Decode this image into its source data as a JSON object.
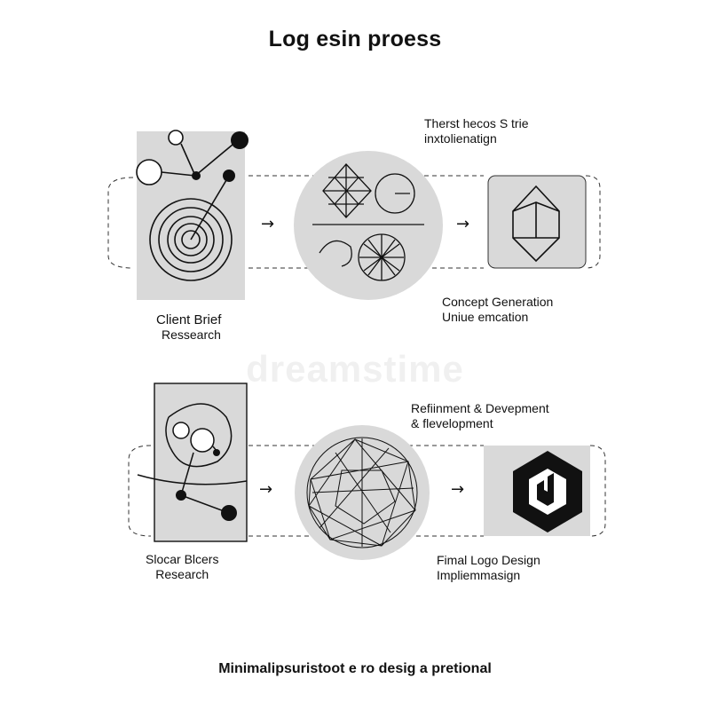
{
  "title": "Log esin proess",
  "watermark": "dreamstime",
  "rows": [
    {
      "stage1_label": [
        "Client Brief",
        "Ressearch"
      ],
      "stage3_top_label": [
        "Therst hecos S trie",
        "inxtolienatign"
      ],
      "stage3_bottom_label": [
        "Concept Generation",
        "Uniue emcation"
      ]
    },
    {
      "stage1_label": [
        "Slocar Blcers",
        "Research"
      ],
      "stage3_top_label": [
        "Refiinment & Devepment",
        "& flevelopment"
      ],
      "stage3_bottom_label": [
        "Fimal Logo Design",
        "Impliemmasign"
      ]
    }
  ],
  "footer": "Minimalipsuristoot e ro desig a pretional",
  "arrow_glyph": "→",
  "colors": {
    "panel": "#d9d9d9",
    "stroke": "#111111",
    "dash": "#333333"
  }
}
